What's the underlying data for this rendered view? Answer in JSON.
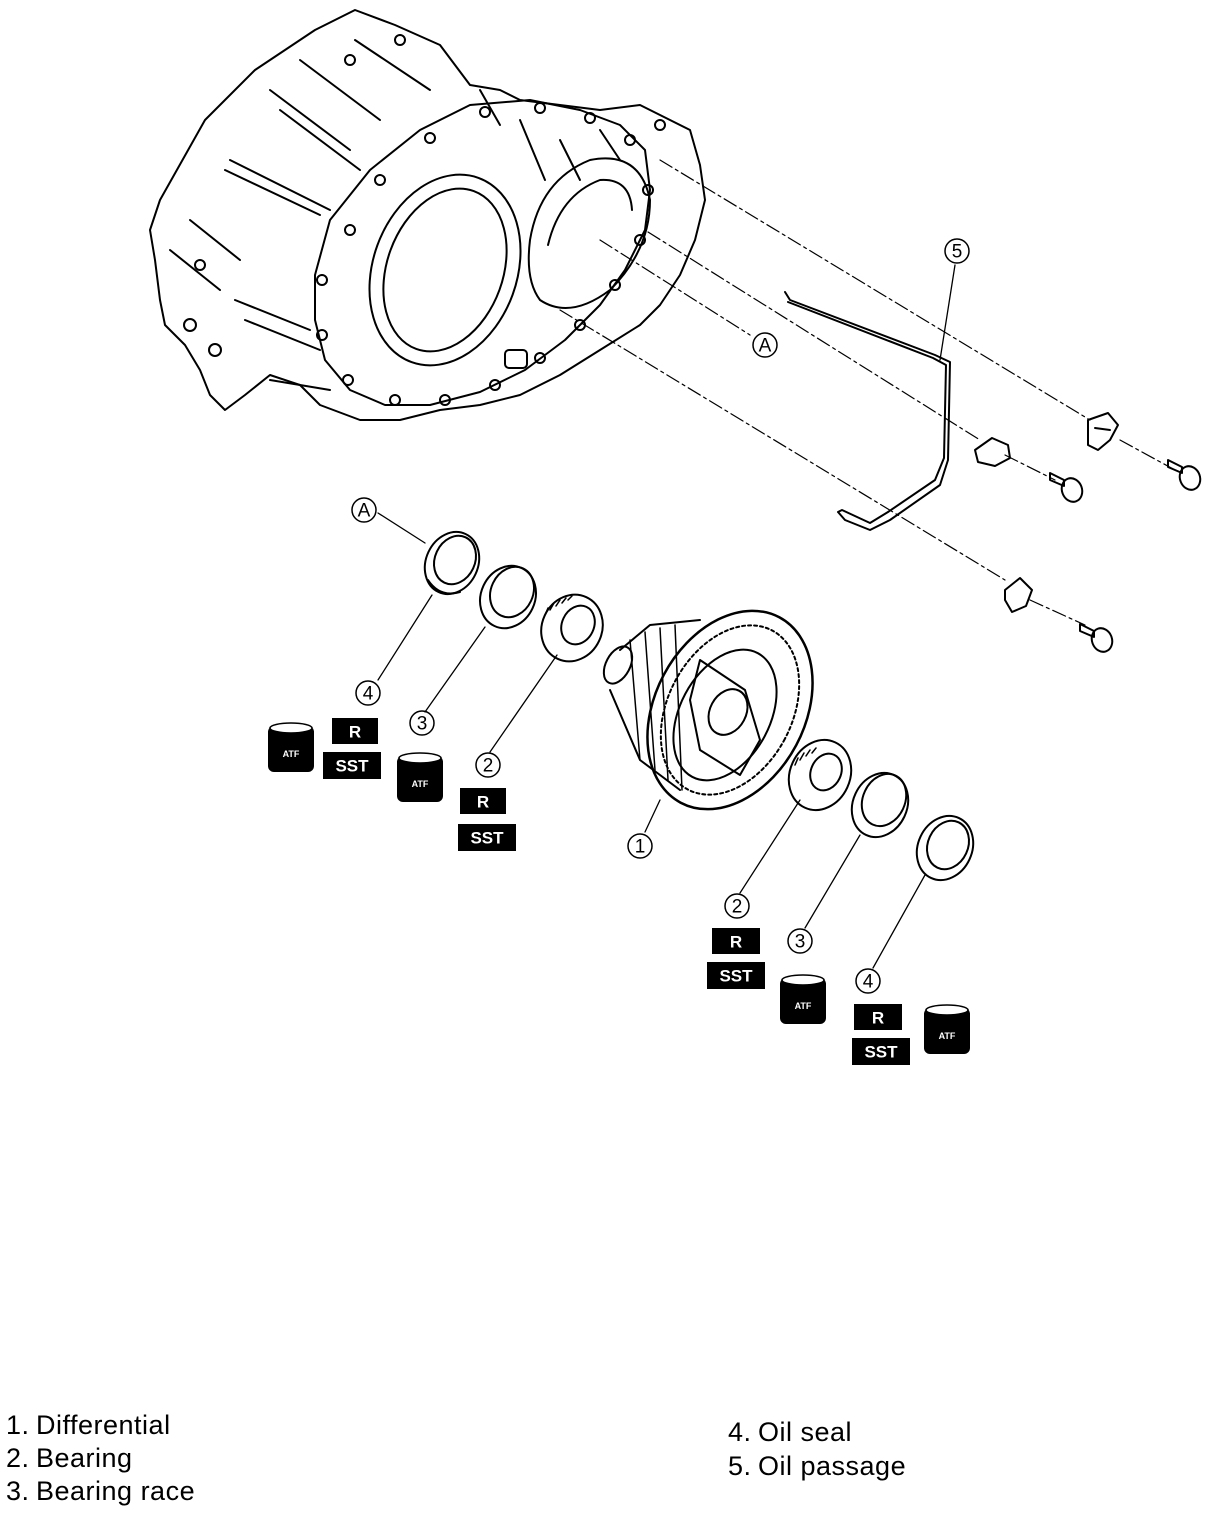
{
  "callouts": {
    "differential": "1",
    "bearing": "2",
    "bearing_race": "3",
    "oil_seal": "4",
    "oil_passage": "5",
    "ref_a": "A"
  },
  "tags": {
    "r": "R",
    "sst": "SST",
    "atf": "ATF"
  },
  "legend": [
    {
      "num": "1.",
      "label": "Differential"
    },
    {
      "num": "2.",
      "label": "Bearing"
    },
    {
      "num": "3.",
      "label": "Bearing race"
    },
    {
      "num": "4.",
      "label": "Oil seal"
    },
    {
      "num": "5.",
      "label": "Oil passage"
    }
  ]
}
